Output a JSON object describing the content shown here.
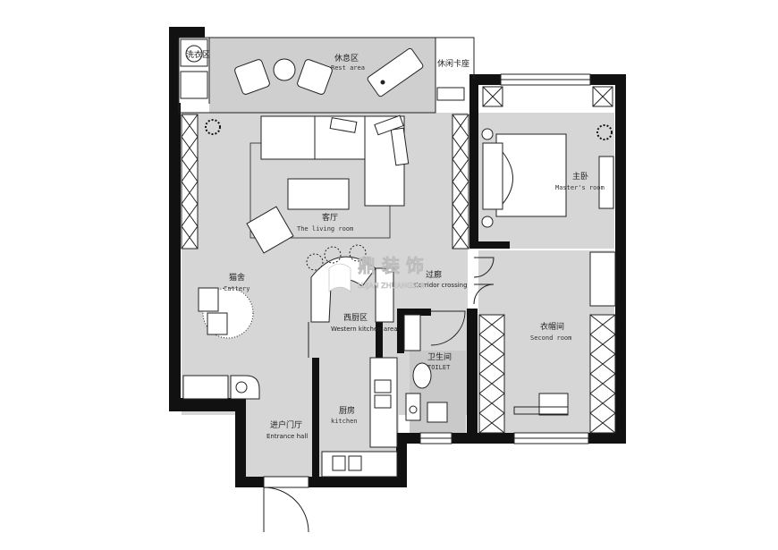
{
  "rooms": {
    "laundry": {
      "cn": "洗衣区"
    },
    "rest_area": {
      "cn": "休息区",
      "en": "Rest area"
    },
    "leisure_seat": {
      "cn": "休闲卡座"
    },
    "living_room": {
      "cn": "客厅",
      "en": "The living room"
    },
    "master_room": {
      "cn": "主卧",
      "en": "Master's room"
    },
    "cattery": {
      "cn": "猫舍",
      "en": "Cattery"
    },
    "corridor": {
      "cn": "过廊",
      "en": "Corridor crossing"
    },
    "western_kitchen": {
      "cn": "西厨区",
      "en": "Western kitchen area"
    },
    "second_room": {
      "cn": "衣帽间",
      "en": "Second room"
    },
    "toilet": {
      "cn": "卫生间",
      "en": "TOILET"
    },
    "kitchen": {
      "cn": "厨房",
      "en": "kitchen"
    },
    "entrance": {
      "cn": "进户门厅",
      "en": "Entrance hall"
    }
  },
  "watermark": {
    "cn": "鼎 装 饰",
    "en": "LUJAN ZHUANGSHI"
  },
  "colors": {
    "wall": "#111111",
    "floor": "#d6d6d6",
    "floor_dark": "#c9c9c9",
    "furniture": "#ffffff",
    "line": "#222222"
  }
}
